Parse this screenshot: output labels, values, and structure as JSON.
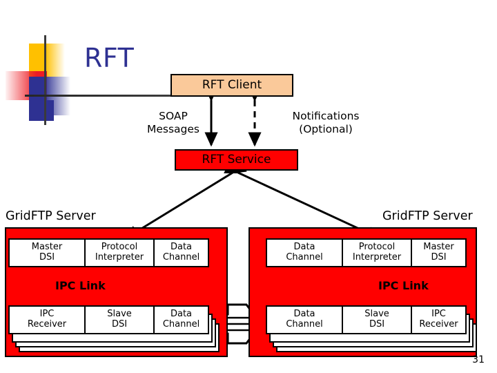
{
  "slide": {
    "title": "RFT",
    "page_number": "31",
    "accent_colors": {
      "service_red": "#FF0000",
      "client_peach": "#FAC99A",
      "title_blue": "#2E3192",
      "logo_yellow": "#FFC000",
      "logo_red": "#ED1C24"
    }
  },
  "diagram": {
    "client": {
      "label": "RFT Client"
    },
    "service": {
      "label": "RFT Service"
    },
    "edges": {
      "soap": {
        "label": "SOAP\nMessages",
        "style": "solid",
        "direction": "bidirectional"
      },
      "notifications": {
        "label": "Notifications\n(Optional)",
        "style": "dashed",
        "direction": "bidirectional"
      },
      "service_to_left_server": {
        "direction": "bidirectional",
        "style": "solid"
      },
      "service_to_right_server": {
        "direction": "bidirectional",
        "style": "solid"
      },
      "data_streams": {
        "direction": "bidirectional",
        "style": "block-arrow-striped",
        "stripes": 4
      }
    },
    "servers": [
      {
        "name": "left",
        "label": "GridFTP Server",
        "ipc_link_label": "IPC Link",
        "top_row": [
          {
            "label": "Master\nDSI",
            "width": 112
          },
          {
            "label": "Protocol\nInterpreter",
            "width": 102
          },
          {
            "label": "Data\nChannel",
            "width": 81
          }
        ],
        "bottom_row": [
          {
            "label": "IPC\nReceiver",
            "width": 112
          },
          {
            "label": "Slave\nDSI",
            "width": 102
          },
          {
            "label": "Data\nChannel",
            "width": 81
          }
        ],
        "stacked_copies": 3
      },
      {
        "name": "right",
        "label": "GridFTP Server",
        "ipc_link_label": "IPC Link",
        "top_row": [
          {
            "label": "Data\nChannel",
            "width": 112
          },
          {
            "label": "Protocol\nInterpreter",
            "width": 102
          },
          {
            "label": "Master\nDSI",
            "width": 81
          }
        ],
        "bottom_row": [
          {
            "label": "Data\nChannel",
            "width": 112
          },
          {
            "label": "Slave\nDSI",
            "width": 102
          },
          {
            "label": "IPC\nReceiver",
            "width": 81
          }
        ],
        "stacked_copies": 3
      }
    ]
  }
}
